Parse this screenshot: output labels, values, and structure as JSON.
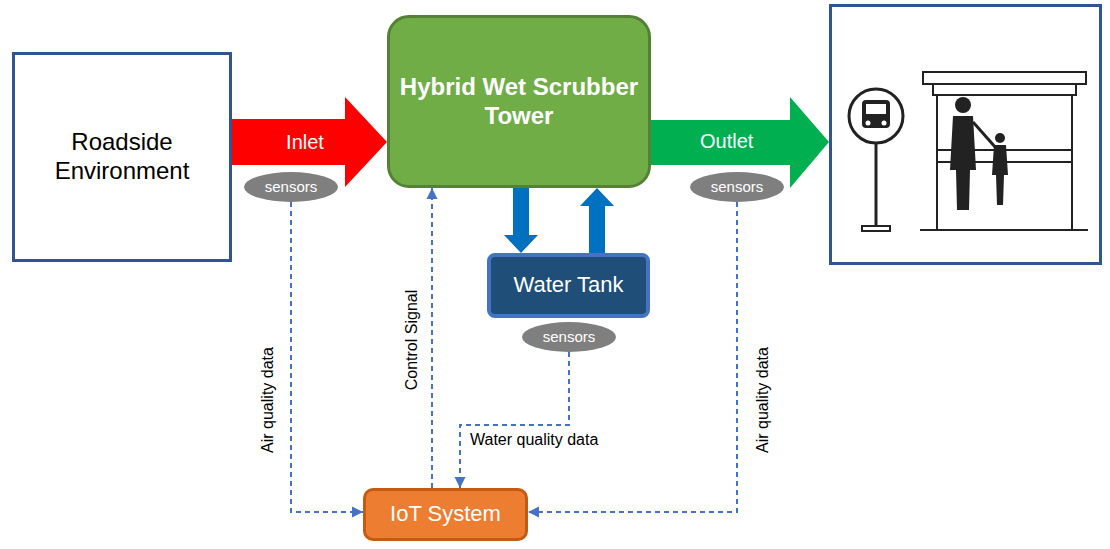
{
  "diagram": {
    "nodes": [
      {
        "text": [
          "Roadside Environment"
        ]
      },
      {
        "text": [
          "sensors"
        ]
      },
      {
        "text": [
          "Hybrid Wet Scrubber Tower"
        ]
      },
      {
        "text": [
          "Water Tank"
        ]
      },
      {
        "text": [
          "sensors"
        ]
      },
      {
        "text": [
          "sensors"
        ]
      },
      {
        "text": [
          "IoT System"
        ]
      }
    ],
    "edges": [
      {
        "from": 0,
        "to": 2,
        "label": "Inlet",
        "arrow": "to"
      },
      {
        "from": 2,
        "to": 3,
        "arrow": "to"
      },
      {
        "from": 3,
        "to": 2,
        "arrow": "to"
      },
      {
        "from": 1,
        "to": 6,
        "label": "Air quality data",
        "arrow": "to"
      },
      {
        "from": 4,
        "to": 6,
        "label": "Water quality data",
        "arrow": "to"
      },
      {
        "from": 5,
        "to": 6,
        "label": "Air quality data",
        "arrow": "to"
      },
      {
        "from": 6,
        "to": 2,
        "label": "Control Signal",
        "arrow": "to"
      }
    ],
    "labels": [
      "Outlet"
    ]
  }
}
